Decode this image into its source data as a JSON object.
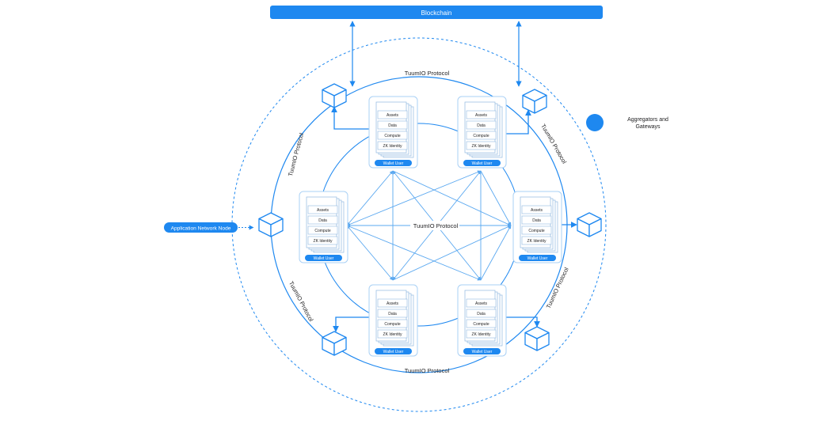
{
  "blockchain": {
    "label": "Blockchain"
  },
  "protocol": {
    "center_label": "TuumIO Protocol",
    "ring_labels": {
      "top": "TuumIO Protocol",
      "bottom": "TuumIO Protocol",
      "upper_left": "TuumIO Protocol",
      "upper_right": "TuumIO Protocol",
      "lower_left": "TuumIO Protocol",
      "lower_right": "TuumIO Protocol"
    }
  },
  "app_node": {
    "label": "Application Network Node"
  },
  "aggregators": {
    "label_line1": "Aggregators and",
    "label_line2": "Gateways"
  },
  "wallet": {
    "rows": [
      "Assets",
      "Data",
      "Compute",
      "ZK Identity"
    ],
    "footer": "Wallet User"
  },
  "colors": {
    "accent": "#1e88f0",
    "line": "#5aa8f0",
    "card_border": "#a9d0f5",
    "row_border": "#8fb8e0"
  }
}
